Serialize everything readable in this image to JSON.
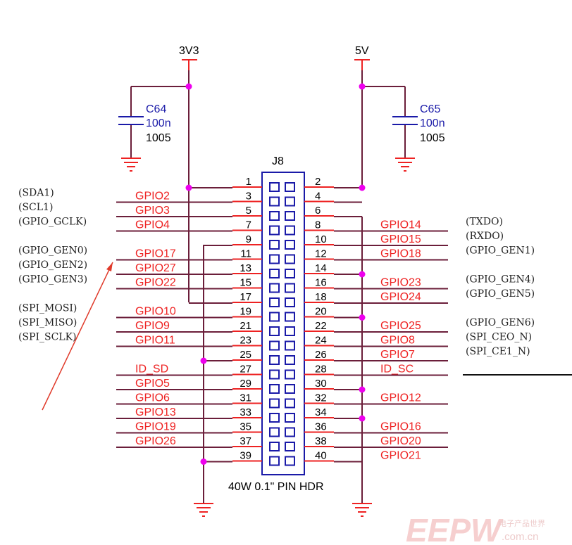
{
  "header": {
    "ref": "J8",
    "description": "40W 0.1\" PIN HDR"
  },
  "power": {
    "left": "3V3",
    "right": "5V"
  },
  "capacitors": [
    {
      "ref": "C64",
      "value": "100n",
      "package": "1005"
    },
    {
      "ref": "C65",
      "value": "100n",
      "package": "1005"
    }
  ],
  "rows": [
    {
      "lnum": "1",
      "rnum": "2",
      "lnet": "",
      "rnet": "",
      "lnote": "",
      "rnote": ""
    },
    {
      "lnum": "3",
      "rnum": "4",
      "lnet": "GPIO2",
      "rnet": "",
      "lnote": "(SDA1)",
      "rnote": ""
    },
    {
      "lnum": "5",
      "rnum": "6",
      "lnet": "GPIO3",
      "rnet": "",
      "lnote": "(SCL1)",
      "rnote": ""
    },
    {
      "lnum": "7",
      "rnum": "8",
      "lnet": "GPIO4",
      "rnet": "GPIO14",
      "lnote": "(GPIO_GCLK)",
      "rnote": "(TXDO)"
    },
    {
      "lnum": "9",
      "rnum": "10",
      "lnet": "",
      "rnet": "GPIO15",
      "lnote": "",
      "rnote": "(RXDO)"
    },
    {
      "lnum": "11",
      "rnum": "12",
      "lnet": "GPIO17",
      "rnet": "GPIO18",
      "lnote": "(GPIO_GEN0)",
      "rnote": "(GPIO_GEN1)"
    },
    {
      "lnum": "13",
      "rnum": "14",
      "lnet": "GPIO27",
      "rnet": "",
      "lnote": "(GPIO_GEN2)",
      "rnote": ""
    },
    {
      "lnum": "15",
      "rnum": "16",
      "lnet": "GPIO22",
      "rnet": "GPIO23",
      "lnote": "(GPIO_GEN3)",
      "rnote": "(GPIO_GEN4)"
    },
    {
      "lnum": "17",
      "rnum": "18",
      "lnet": "",
      "rnet": "GPIO24",
      "lnote": "",
      "rnote": "(GPIO_GEN5)"
    },
    {
      "lnum": "19",
      "rnum": "20",
      "lnet": "GPIO10",
      "rnet": "",
      "lnote": "(SPI_MOSI)",
      "rnote": ""
    },
    {
      "lnum": "21",
      "rnum": "22",
      "lnet": "GPIO9",
      "rnet": "GPIO25",
      "lnote": "(SPI_MISO)",
      "rnote": "(GPIO_GEN6)"
    },
    {
      "lnum": "23",
      "rnum": "24",
      "lnet": "GPIO11",
      "rnet": "GPIO8",
      "lnote": "(SPI_SCLK)",
      "rnote": "(SPI_CEO_N)"
    },
    {
      "lnum": "25",
      "rnum": "26",
      "lnet": "",
      "rnet": "GPIO7",
      "lnote": "",
      "rnote": "(SPI_CE1_N)"
    },
    {
      "lnum": "27",
      "rnum": "28",
      "lnet": "ID_SD",
      "rnet": "ID_SC",
      "lnote": "",
      "rnote": ""
    },
    {
      "lnum": "29",
      "rnum": "30",
      "lnet": "GPIO5",
      "rnet": "",
      "lnote": "",
      "rnote": ""
    },
    {
      "lnum": "31",
      "rnum": "32",
      "lnet": "GPIO6",
      "rnet": "GPIO12",
      "lnote": "",
      "rnote": ""
    },
    {
      "lnum": "33",
      "rnum": "34",
      "lnet": "GPIO13",
      "rnet": "",
      "lnote": "",
      "rnote": ""
    },
    {
      "lnum": "35",
      "rnum": "36",
      "lnet": "GPIO19",
      "rnet": "GPIO16",
      "lnote": "",
      "rnote": ""
    },
    {
      "lnum": "37",
      "rnum": "38",
      "lnet": "GPIO26",
      "rnet": "GPIO20",
      "lnote": "",
      "rnote": ""
    },
    {
      "lnum": "39",
      "rnum": "40",
      "lnet": "",
      "rnet": "GPIO21",
      "lnote": "",
      "rnote": ""
    }
  ],
  "watermark": {
    "logo": "EEPW",
    "cn": "电子产品世界",
    "domain": ".com.cn"
  },
  "colors": {
    "net_label": "#ee2222",
    "connector": "#1a1aa8",
    "wire": "#6b1e3a",
    "junction": "#ee00ee",
    "arrow": "#e03a2a",
    "watermark": "#f0b0b0"
  }
}
